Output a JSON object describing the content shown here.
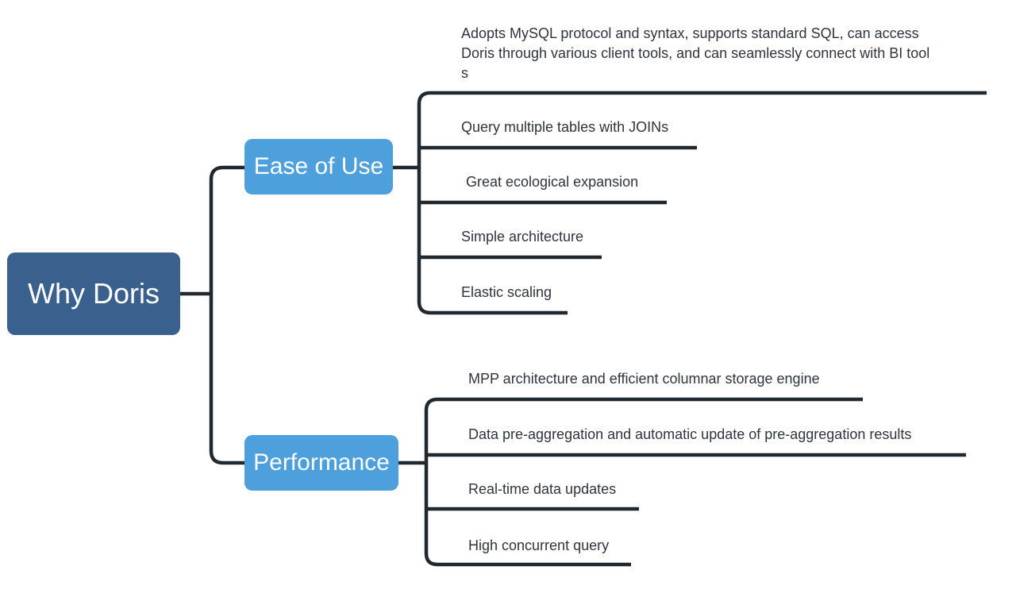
{
  "root": {
    "label": "Why Doris"
  },
  "colors": {
    "root_box": "#3A618E",
    "branch_box": "#4DA0DB",
    "connector_line": "#212930",
    "leaf_text": "#2E353C",
    "node_text": "#FFFFFF",
    "background": "#FFFFFF"
  },
  "branches": [
    {
      "label": "Ease of Use",
      "leaves": [
        {
          "lines": [
            "Adopts MySQL protocol and syntax, supports standard SQL, can access",
            "Doris through various client tools, and can seamlessly connect with BI tool",
            "s"
          ]
        },
        {
          "label": "Query multiple tables with JOINs"
        },
        {
          "label": "Great ecological expansion"
        },
        {
          "label": "Simple architecture"
        },
        {
          "label": "Elastic scaling"
        }
      ]
    },
    {
      "label": "Performance",
      "leaves": [
        {
          "label": "MPP architecture and efficient columnar storage engine"
        },
        {
          "label": "Data pre-aggregation and automatic update of pre-aggregation results"
        },
        {
          "label": "Real-time data updates"
        },
        {
          "label": "High concurrent query"
        }
      ]
    }
  ]
}
